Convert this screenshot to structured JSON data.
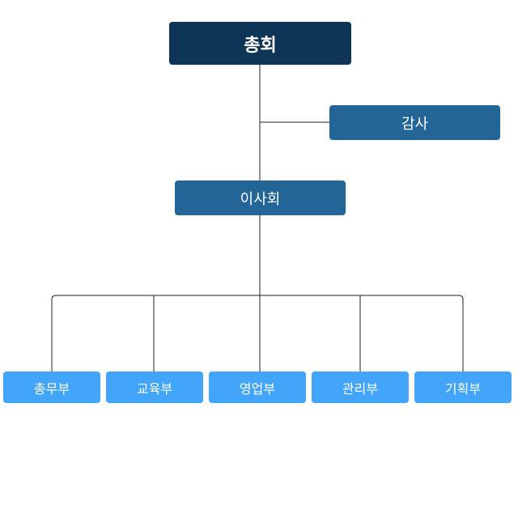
{
  "org_chart": {
    "top": {
      "label": "총회",
      "color": "#0f3556"
    },
    "audit": {
      "label": "감사",
      "color": "#246598"
    },
    "board": {
      "label": "이사회",
      "color": "#246598"
    },
    "departments": [
      {
        "label": "총무부"
      },
      {
        "label": "교육부"
      },
      {
        "label": "영업부"
      },
      {
        "label": "관리부"
      },
      {
        "label": "기획부"
      }
    ],
    "department_color": "#42a5fa",
    "line_color": "#222222"
  }
}
